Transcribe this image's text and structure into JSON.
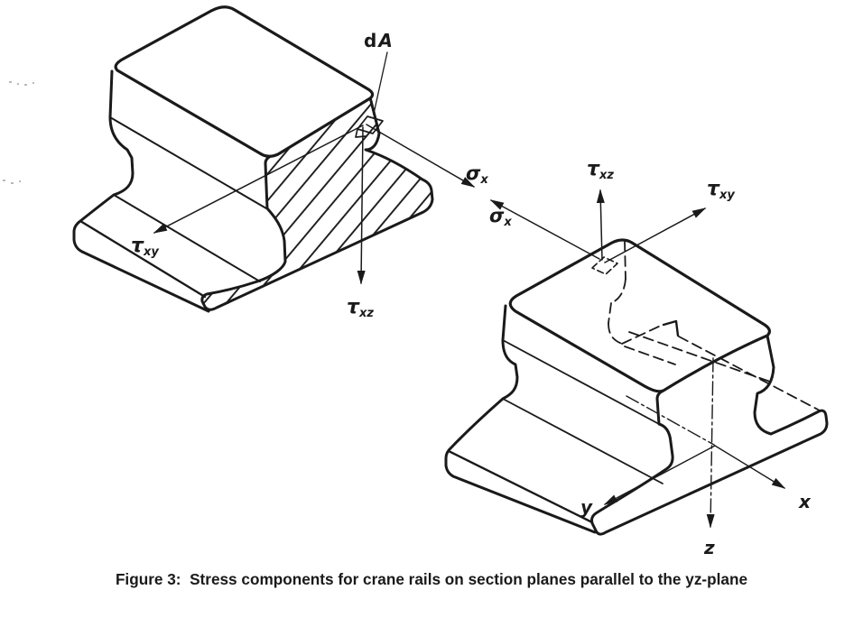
{
  "figure": {
    "caption": "Figure 3:  Stress components for crane rails on section planes parallel to the yz-plane"
  },
  "labels": {
    "area_element": {
      "prefix": "d",
      "symbol": "A"
    },
    "tau_xy": {
      "base": "τ",
      "sub": "xy"
    },
    "tau_xz": {
      "base": "τ",
      "sub": "xz"
    },
    "sigma_x": {
      "base": "σ",
      "sub": "x"
    },
    "axis_x": "x",
    "axis_y": "y",
    "axis_z": "z"
  },
  "colors": {
    "ink": "#1a1a1a",
    "paper": "#ffffff"
  }
}
